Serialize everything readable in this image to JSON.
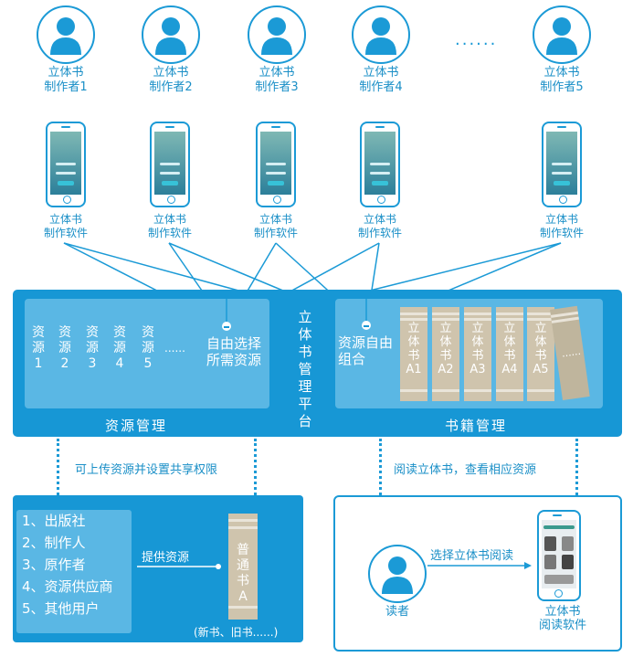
{
  "authors": [
    {
      "line1": "立体书",
      "line2": "制作者1"
    },
    {
      "line1": "立体书",
      "line2": "制作者2"
    },
    {
      "line1": "立体书",
      "line2": "制作者3"
    },
    {
      "line1": "立体书",
      "line2": "制作者4"
    },
    {
      "line1": "立体书",
      "line2": "制作者5"
    }
  ],
  "ellipsis": "......",
  "software_label": {
    "line1": "立体书",
    "line2": "制作软件"
  },
  "platform": {
    "title_chars": [
      "立",
      "体",
      "书",
      "管",
      "理",
      "平",
      "台"
    ],
    "left_panel_title": "资源管理",
    "right_panel_title": "书籍管理",
    "resources": [
      {
        "a": "资",
        "b": "源",
        "n": "1"
      },
      {
        "a": "资",
        "b": "源",
        "n": "2"
      },
      {
        "a": "资",
        "b": "源",
        "n": "3"
      },
      {
        "a": "资",
        "b": "源",
        "n": "4"
      },
      {
        "a": "资",
        "b": "源",
        "n": "5"
      }
    ],
    "resource_ellipsis": "......",
    "free_select_line1": "自由选择",
    "free_select_line2": "所需资源",
    "free_combine_line1": "资源自由",
    "free_combine_line2": "组合",
    "books": [
      {
        "c1": "立",
        "c2": "体",
        "c3": "书",
        "id": "A1"
      },
      {
        "c1": "立",
        "c2": "体",
        "c3": "书",
        "id": "A2"
      },
      {
        "c1": "立",
        "c2": "体",
        "c3": "书",
        "id": "A3"
      },
      {
        "c1": "立",
        "c2": "体",
        "c3": "书",
        "id": "A4"
      },
      {
        "c1": "立",
        "c2": "体",
        "c3": "书",
        "id": "A5"
      }
    ],
    "extra_book_dots": "......"
  },
  "upload_note": "可上传资源并设置共享权限",
  "read_note": "阅读立体书，查看相应资源",
  "suppliers": [
    "1、出版社",
    "2、制作人",
    "3、原作者",
    "4、资源供应商",
    "5、其他用户"
  ],
  "provide_label": "提供资源",
  "ordinary_book": {
    "chars": [
      "普",
      "通",
      "书",
      "A"
    ]
  },
  "new_old_note": "(新书、旧书......)",
  "reader": {
    "label": "读者",
    "action": "选择立体书阅读"
  },
  "reader_software": {
    "line1": "立体书",
    "line2": "阅读软件"
  },
  "colors": {
    "primary": "#1797d5",
    "panel": "#5ab7e4",
    "book": "#cfc4ad",
    "text": "#1a8fc7"
  }
}
